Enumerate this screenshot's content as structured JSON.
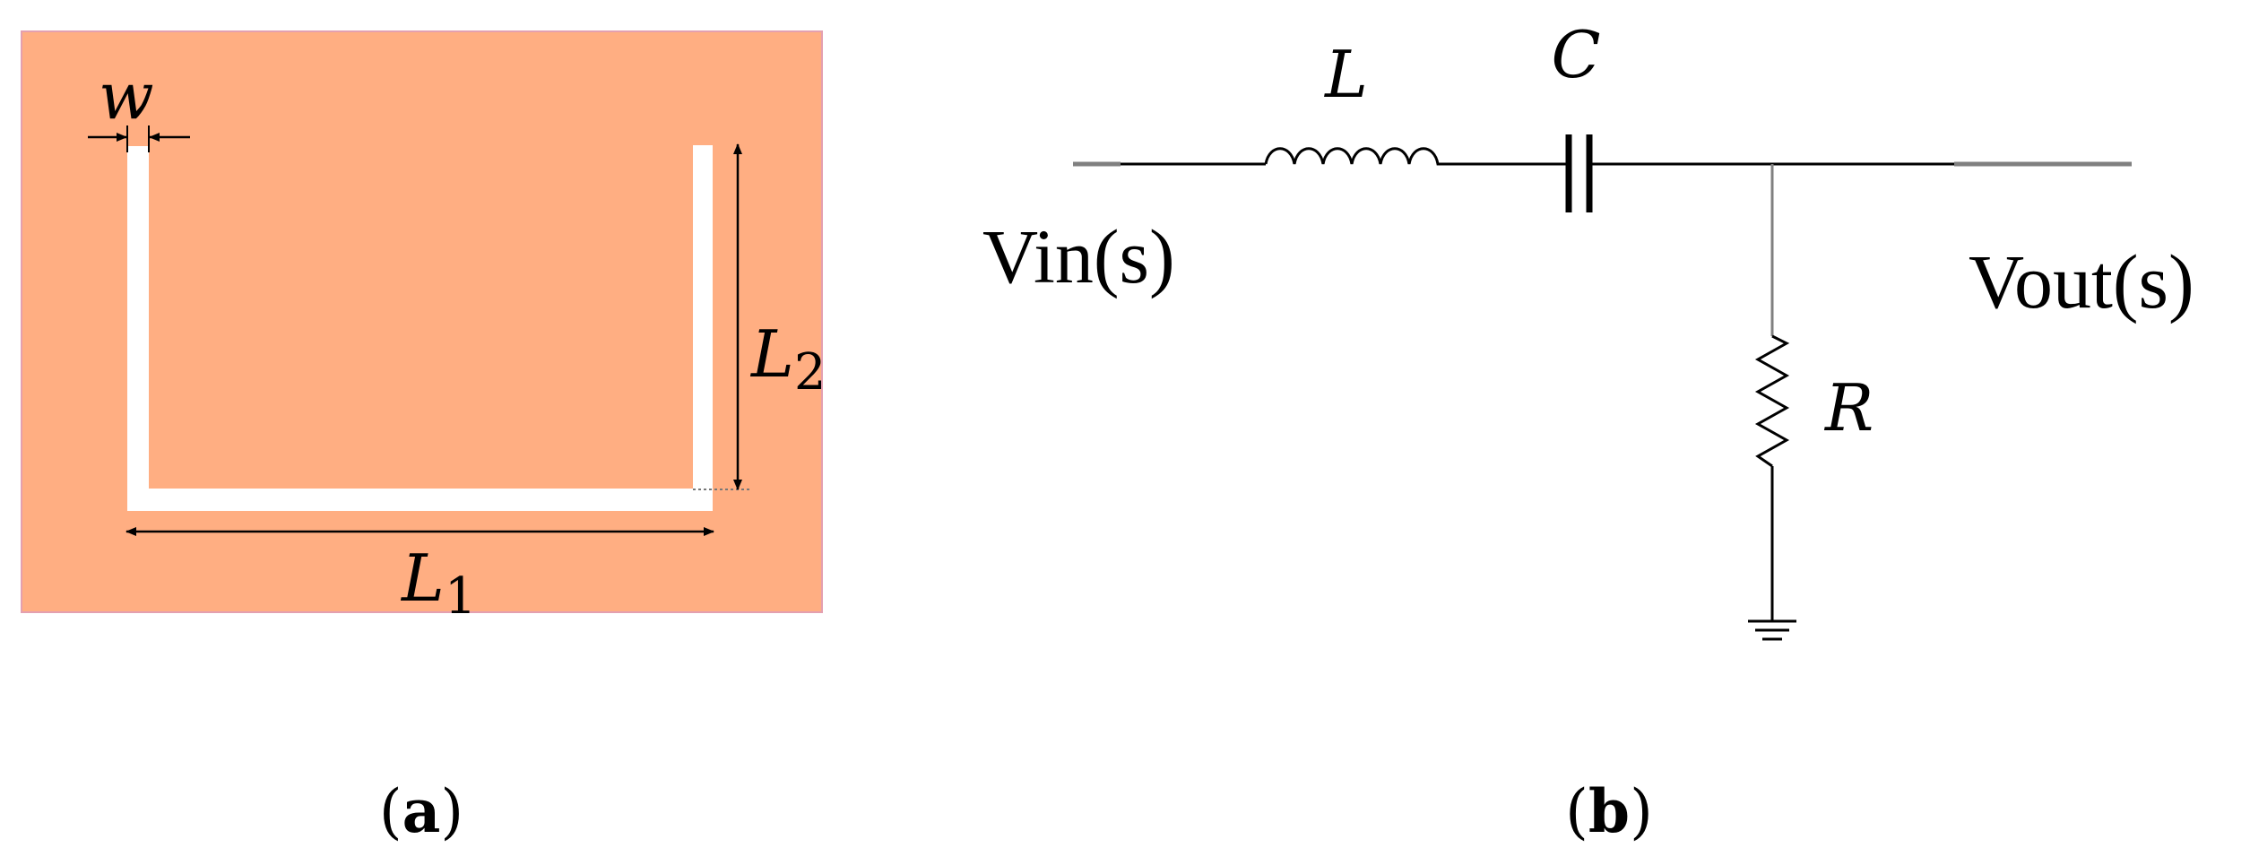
{
  "panel_a": {
    "labels": {
      "w": "w",
      "l1_main": "L",
      "l1_sub": "1",
      "l2_main": "L",
      "l2_sub": "2"
    },
    "colors": {
      "substrate": "#FFAE82",
      "substrate_border": "#E4A0B0",
      "slot": "#FFFFFF",
      "dimension": "#000000"
    },
    "caption": {
      "open": "(",
      "letter": "a",
      "close": ")"
    }
  },
  "panel_b": {
    "labels": {
      "inductor": "L",
      "capacitor": "C",
      "resistor": "R",
      "input": "Vin(s)",
      "output": "Vout(s)"
    },
    "colors": {
      "wire": "#000000",
      "lead": "#808080"
    },
    "caption": {
      "open": "(",
      "letter": "b",
      "close": ")"
    }
  }
}
